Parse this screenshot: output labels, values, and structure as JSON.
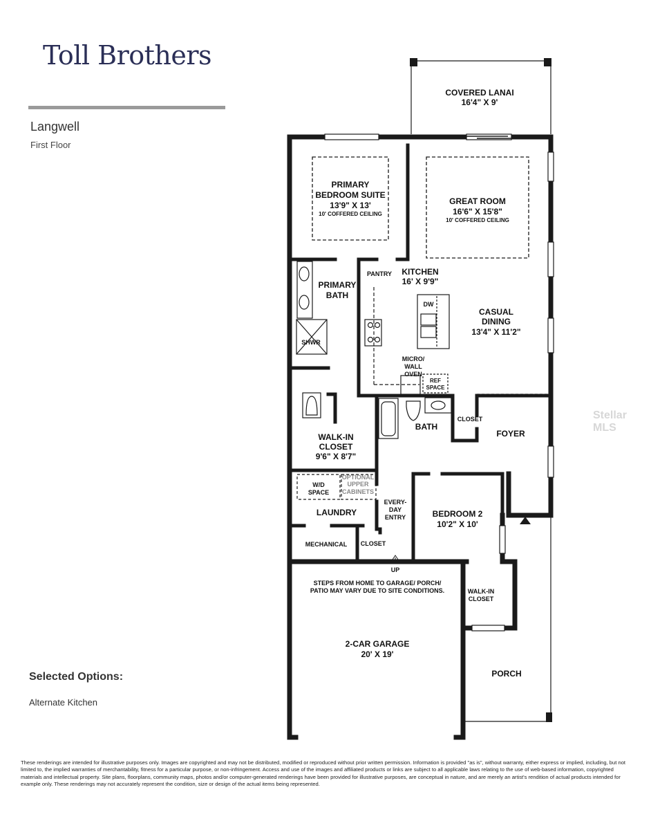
{
  "brand": {
    "name": "Toll Brothers"
  },
  "plan": {
    "name": "Langwell",
    "floor": "First Floor"
  },
  "rooms": {
    "covered_lanai": {
      "name": "COVERED LANAI",
      "size": "16'4\" X 9'"
    },
    "primary_bedroom": {
      "name": "PRIMARY",
      "name2": "BEDROOM SUITE",
      "size": "13'9\" X 13'",
      "note": "10' COFFERED CEILING"
    },
    "great_room": {
      "name": "GREAT ROOM",
      "size": "16'6\" X 15'8\"",
      "note": "10' COFFERED CEILING"
    },
    "pantry": {
      "name": "PANTRY"
    },
    "kitchen": {
      "name": "KITCHEN",
      "size": "16' X 9'9\""
    },
    "primary_bath": {
      "name": "PRIMARY",
      "name2": "BATH"
    },
    "dw": {
      "name": "DW"
    },
    "casual_dining": {
      "name": "CASUAL",
      "name2": "DINING",
      "size": "13'4\" X 11'2\""
    },
    "shwr": {
      "name": "SHWR"
    },
    "micro": {
      "name": "MICRO/",
      "name2": "WALL",
      "name3": "OVEN"
    },
    "ref": {
      "name": "REF",
      "name2": "SPACE"
    },
    "bath": {
      "name": "BATH"
    },
    "closet_foyer": {
      "name": "CLOSET"
    },
    "foyer": {
      "name": "FOYER"
    },
    "walkin_closet": {
      "name": "WALK-IN",
      "name2": "CLOSET",
      "size": "9'6\" X 8'7\""
    },
    "wd": {
      "name": "W/D",
      "name2": "SPACE"
    },
    "optional": {
      "name": "OPTIONAL",
      "name2": "UPPER",
      "name3": "CABINETS"
    },
    "everyday": {
      "name": "EVERY-",
      "name2": "DAY",
      "name3": "ENTRY"
    },
    "laundry": {
      "name": "LAUNDRY"
    },
    "bedroom2": {
      "name": "BEDROOM 2",
      "size": "10'2\" X 10'"
    },
    "mechanical": {
      "name": "MECHANICAL"
    },
    "closet_entry": {
      "name": "CLOSET"
    },
    "up": {
      "name": "UP"
    },
    "steps_note": {
      "line1": "STEPS FROM HOME TO GARAGE/ PORCH/",
      "line2": "PATIO MAY VARY DUE TO SITE CONDITIONS."
    },
    "walkin_closet2": {
      "name": "WALK-IN",
      "name2": "CLOSET"
    },
    "garage": {
      "name": "2-CAR GARAGE",
      "size": "20' X 19'"
    },
    "porch": {
      "name": "PORCH"
    }
  },
  "options": {
    "title": "Selected Options:",
    "items": [
      "Alternate Kitchen"
    ]
  },
  "disclaimer": "These renderings are intended for illustrative purposes only. Images are copyrighted and may not be distributed, modified or reproduced without prior written permission. Information is provided \"as is\", without warranty, either express or implied, including, but not limited to, the implied warranties of merchantability, fitness for a particular purpose, or non-infringement. Access and use of the images and affiliated products or links are subject to all applicable laws relating to the use of web-based information, copyrighted materials and intellectual property. Site plans, floorplans, community maps, photos and/or computer-generated renderings have been provided for illustrative purposes, are conceptual in nature, and are merely an artist's rendition of actual products intended for example only. These renderings may not accurately represent the condition, size or design of the actual items being represented.",
  "watermark": "Stellar MLS",
  "colors": {
    "brand": "#2b2f57",
    "rule": "#9a9a9a",
    "wall": "#1a1a1a"
  }
}
